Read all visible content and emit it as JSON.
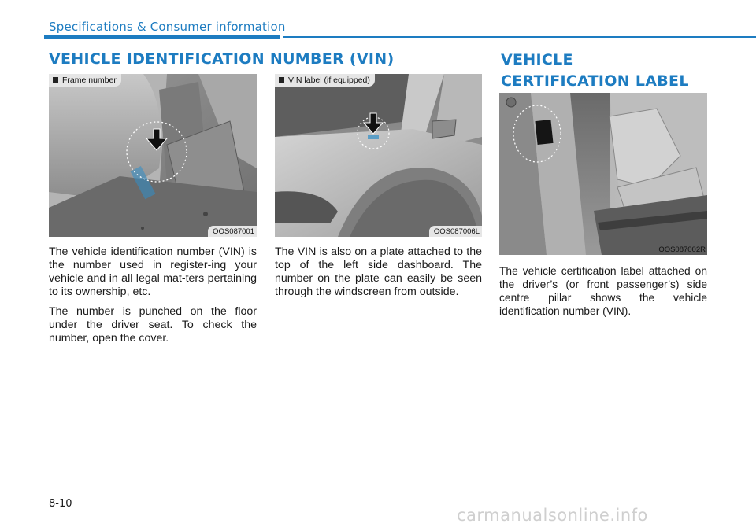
{
  "header": {
    "section": "Specifications & Consumer information"
  },
  "vin": {
    "heading": "VEHICLE IDENTIFICATION NUMBER (VIN)",
    "figure1": {
      "label": "Frame number",
      "code": "OOS087001"
    },
    "figure2": {
      "label": "VIN label (if equipped)",
      "code": "OOS087006L"
    },
    "paragraphs": [
      "The vehicle identification number (VIN) is the number used in register-ing your vehicle and in all legal mat-ters pertaining to its ownership, etc.",
      "The number is punched on the floor under the driver seat. To check the number, open the cover.",
      "The VIN is also on a plate attached to the top of the left side dashboard. The number on the plate can easily be seen through the windscreen from outside."
    ]
  },
  "certification": {
    "heading": "VEHICLE CERTIFICATION LABEL",
    "figure": {
      "code": "OOS087002R"
    },
    "paragraph": "The vehicle certification label attached on the driver’s (or front passenger’s) side centre pillar shows the vehicle identification number (VIN)."
  },
  "footer": {
    "page_number": "8-10",
    "watermark": "carmanualsonline.info"
  },
  "colors": {
    "accent": "#1d7cc1",
    "label_bg": "#e6e6e6"
  }
}
